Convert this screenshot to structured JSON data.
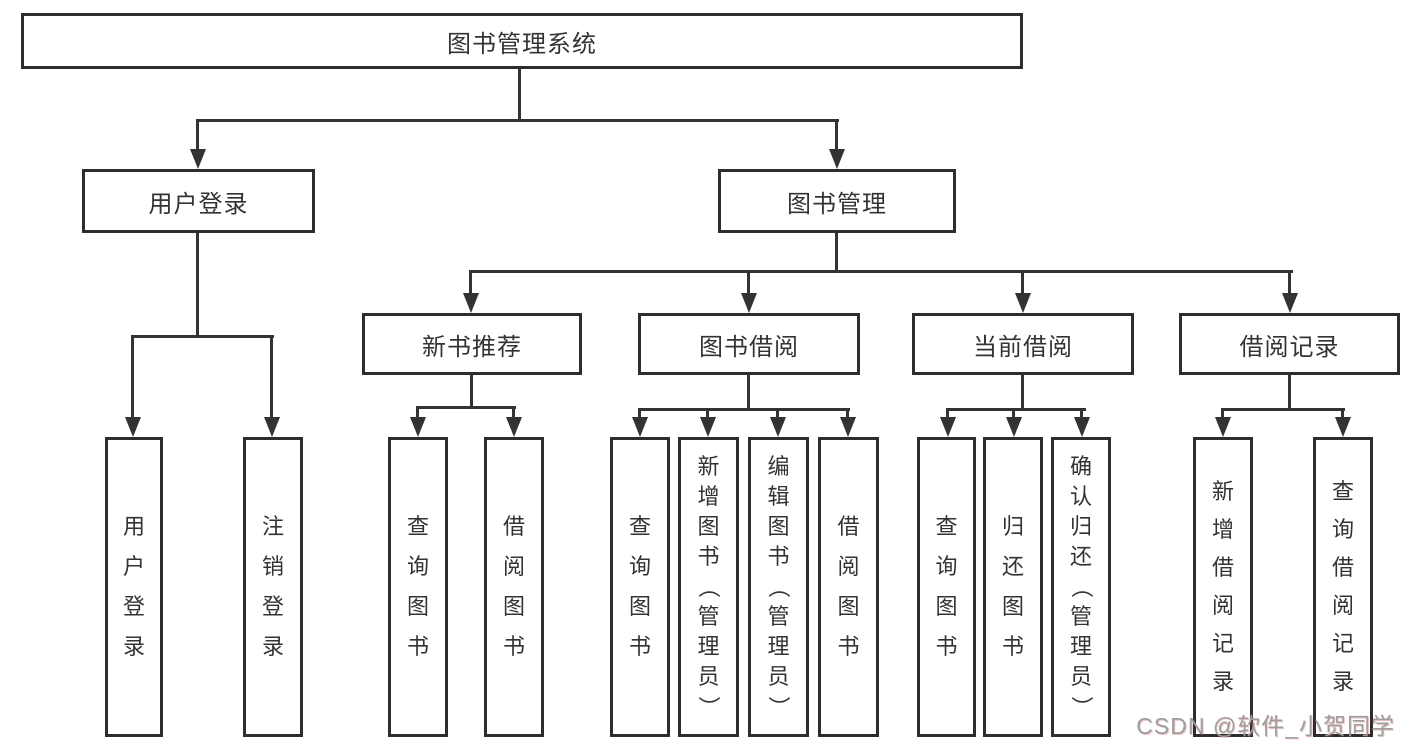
{
  "colors": {
    "background": "#ffffff",
    "line": "#333333",
    "box_border": "#2d2d2d",
    "text": "#333333",
    "watermark": "#9e9e9e"
  },
  "diagram": {
    "root": {
      "label": "图书管理系统"
    },
    "level2": [
      {
        "label": "用户登录"
      },
      {
        "label": "图书管理"
      }
    ],
    "level3": [
      {
        "label": "新书推荐",
        "parent": "图书管理"
      },
      {
        "label": "图书借阅",
        "parent": "图书管理"
      },
      {
        "label": "当前借阅",
        "parent": "图书管理"
      },
      {
        "label": "借阅记录",
        "parent": "图书管理"
      }
    ],
    "leaves": [
      {
        "label": "用户登录",
        "parent": "用户登录"
      },
      {
        "label": "注销登录",
        "parent": "用户登录"
      },
      {
        "label": "查询图书",
        "parent": "新书推荐"
      },
      {
        "label": "借阅图书",
        "parent": "新书推荐"
      },
      {
        "label": "查询图书",
        "parent": "图书借阅"
      },
      {
        "label": "新增图书（管理员）",
        "parent": "图书借阅"
      },
      {
        "label": "编辑图书（管理员）",
        "parent": "图书借阅"
      },
      {
        "label": "借阅图书",
        "parent": "图书借阅"
      },
      {
        "label": "查询图书",
        "parent": "当前借阅"
      },
      {
        "label": "归还图书",
        "parent": "当前借阅"
      },
      {
        "label": "确认归还（管理员）",
        "parent": "当前借阅"
      },
      {
        "label": "新增借阅记录",
        "parent": "借阅记录"
      },
      {
        "label": "查询借阅记录",
        "parent": "借阅记录"
      }
    ]
  },
  "watermark": {
    "text": "CSDN @软件_小贺同学"
  }
}
